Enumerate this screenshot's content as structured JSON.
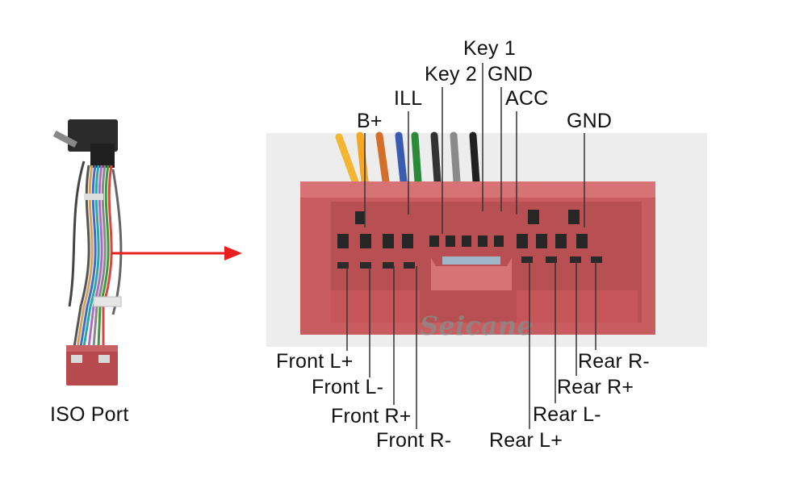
{
  "iso_port_label": "ISO Port",
  "watermark": "Seicane",
  "colors": {
    "connector": "#c95c5f",
    "connector_dark": "#a94447",
    "arrow": "#e81f1f",
    "photo_bg": "#eeeeee",
    "leader": "#333333"
  },
  "pin_labels": {
    "top": {
      "key1": "Key 1",
      "key2": "Key 2",
      "gnd_center": "GND",
      "ill": "ILL",
      "acc": "ACC",
      "bplus": "B+",
      "gnd_right": "GND"
    },
    "bottom": {
      "front_l_plus": "Front L+",
      "front_l_minus": "Front L-",
      "front_r_plus": "Front R+",
      "front_r_minus": "Front R-",
      "rear_r_minus": "Rear R-",
      "rear_r_plus": "Rear R+",
      "rear_l_minus": "Rear L-",
      "rear_l_plus": "Rear L+"
    }
  }
}
